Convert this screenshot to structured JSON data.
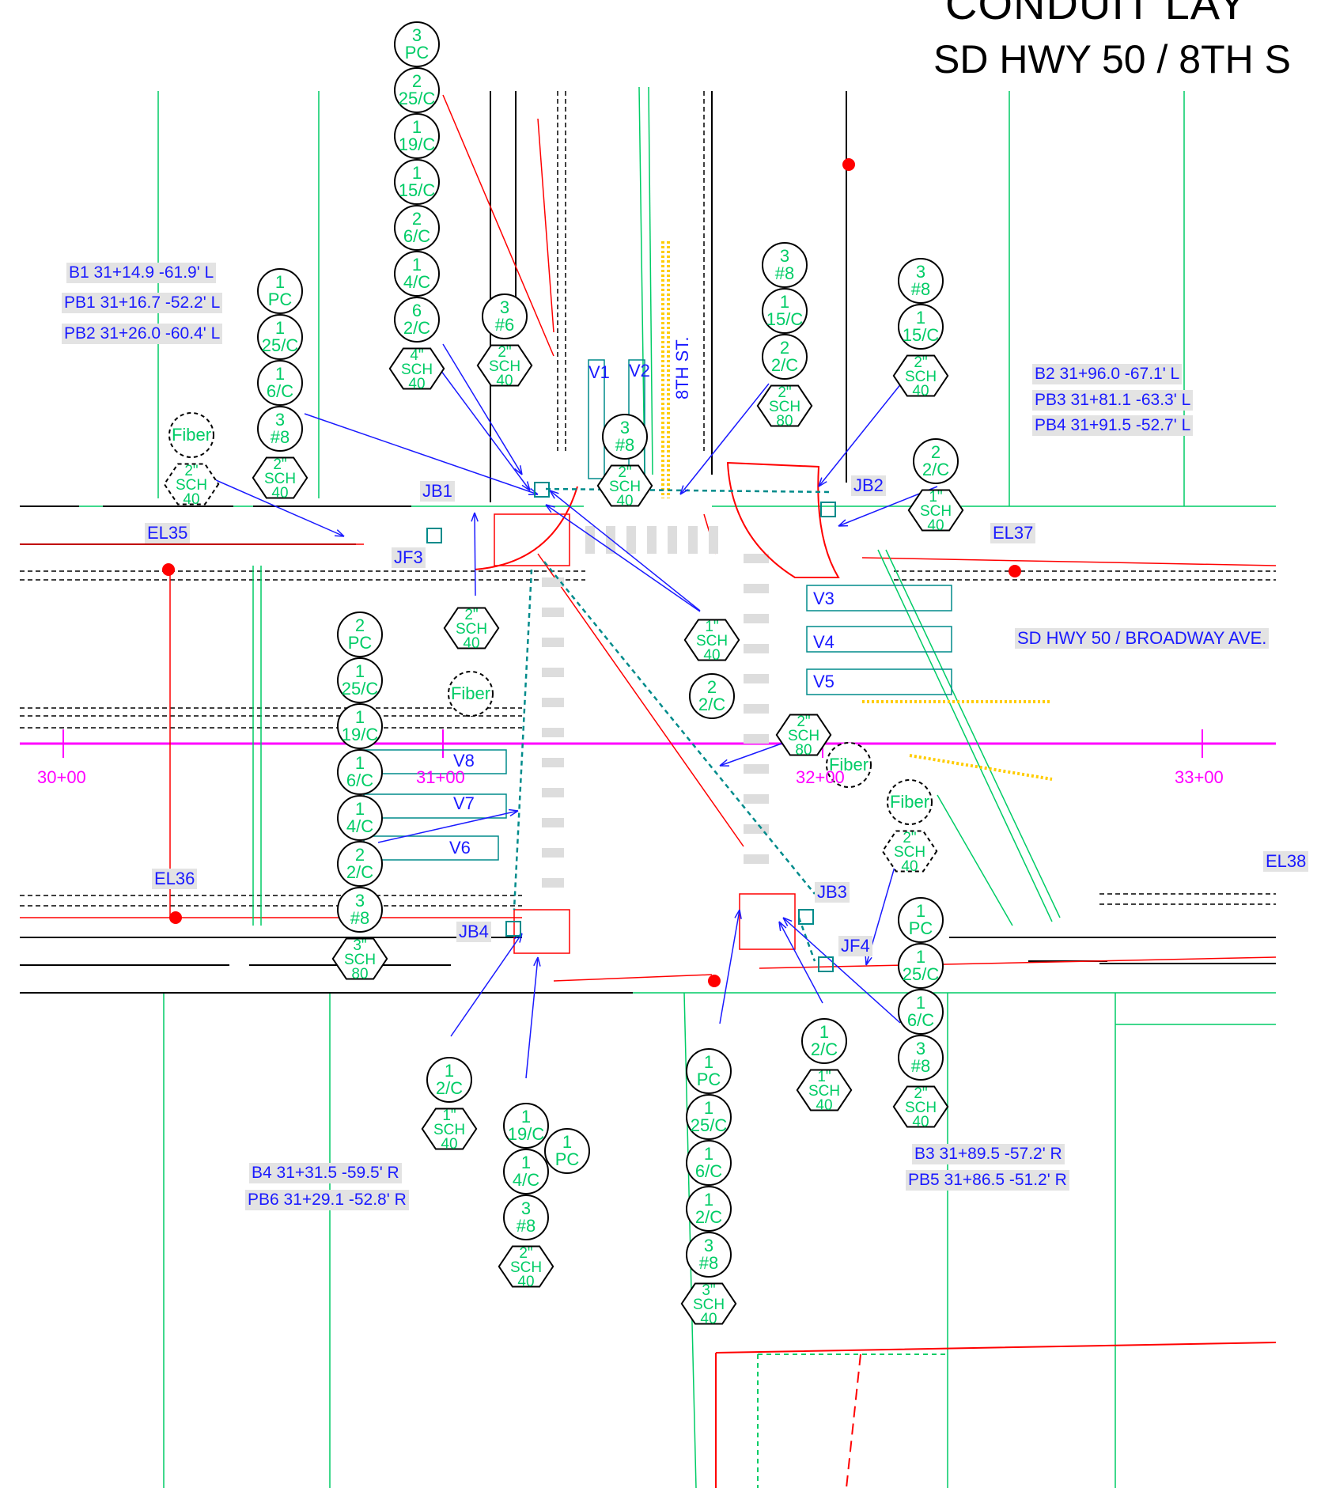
{
  "title": "CONDUIT LAY",
  "subtitle": "SD HWY 50 / 8TH S",
  "street_labels": {
    "cross": "8TH ST.",
    "main": "SD HWY 50 / BROADWAY AVE."
  },
  "stations": [
    "30+00",
    "31+00",
    "32+00",
    "33+00"
  ],
  "el_labels": [
    "EL35",
    "EL36",
    "EL37",
    "EL38"
  ],
  "junction_labels": [
    "JB1",
    "JB2",
    "JB3",
    "JB4",
    "JF3",
    "JF4"
  ],
  "vehicle_labels": [
    "V1",
    "V2",
    "V3",
    "V4",
    "V5",
    "V6",
    "V7",
    "V8"
  ],
  "offsets": {
    "nw": [
      "B1 31+14.9 -61.9' L",
      "PB1 31+16.7 -52.2' L",
      "PB2 31+26.0 -60.4' L"
    ],
    "ne": [
      "B2 31+96.0 -67.1' L",
      "PB3 31+81.1 -63.3' L",
      "PB4 31+91.5 -52.7' L"
    ],
    "sw": [
      "B4 31+31.5 -59.5' R",
      "PB6 31+29.1 -52.8' R"
    ],
    "se": [
      "B3 31+89.5 -57.2' R",
      "PB5 31+86.5 -51.2' R"
    ]
  },
  "stacks": [
    {
      "items": [
        [
          "3",
          "PC"
        ],
        [
          "2",
          "25/C"
        ],
        [
          "1",
          "19/C"
        ],
        [
          "1",
          "15/C"
        ],
        [
          "2",
          "6/C"
        ],
        [
          "1",
          "4/C"
        ],
        [
          "6",
          "2/C"
        ]
      ],
      "pipe": [
        "4\"",
        "SCH",
        "40"
      ]
    },
    {
      "items": [
        [
          "1",
          "PC"
        ],
        [
          "1",
          "25/C"
        ],
        [
          "1",
          "6/C"
        ],
        [
          "3",
          "#8"
        ]
      ],
      "pipe": [
        "2\"",
        "SCH",
        "40"
      ]
    },
    {
      "items": [
        [
          "3",
          "#6"
        ]
      ],
      "pipe": [
        "2\"",
        "SCH",
        "40"
      ]
    },
    {
      "items": [
        [
          "3",
          "#8"
        ]
      ],
      "pipe": [
        "2\"",
        "SCH",
        "40"
      ]
    },
    {
      "items": [
        [
          "3",
          "#8"
        ],
        [
          "1",
          "15/C"
        ],
        [
          "2",
          "2/C"
        ]
      ],
      "pipe": [
        "2\"",
        "SCH",
        "80"
      ]
    },
    {
      "items": [
        [
          "3",
          "#8"
        ],
        [
          "1",
          "15/C"
        ]
      ],
      "pipe": [
        "2\"",
        "SCH",
        "40"
      ]
    },
    {
      "items": [
        [
          "2",
          "2/C"
        ]
      ],
      "pipe": [
        "1\"",
        "SCH",
        "40"
      ]
    },
    {
      "items": [
        [
          "",
          "Fiber"
        ]
      ],
      "pipe": [
        "2\"",
        "SCH",
        "40"
      ]
    },
    {
      "items": [],
      "pipe": [
        "2\"",
        "SCH",
        "40"
      ]
    },
    {
      "items": [
        [
          "",
          "Fiber"
        ]
      ],
      "pipe": []
    },
    {
      "items": [],
      "pipe": [
        "1\"",
        "SCH",
        "40"
      ]
    },
    {
      "items": [
        [
          "2",
          "2/C"
        ]
      ],
      "pipe": []
    },
    {
      "items": [],
      "pipe": [
        "2\"",
        "SCH",
        "80"
      ]
    },
    {
      "items": [
        [
          "",
          "Fiber"
        ]
      ],
      "pipe": []
    },
    {
      "items": [
        [
          "",
          "Fiber"
        ]
      ],
      "pipe": [
        "2\"",
        "SCH",
        "40"
      ]
    },
    {
      "items": [
        [
          "2",
          "PC"
        ],
        [
          "1",
          "25/C"
        ],
        [
          "1",
          "19/C"
        ],
        [
          "1",
          "6/C"
        ],
        [
          "1",
          "4/C"
        ],
        [
          "2",
          "2/C"
        ],
        [
          "3",
          "#8"
        ]
      ],
      "pipe": [
        "3\"",
        "SCH",
        "80"
      ]
    },
    {
      "items": [
        [
          "1",
          "PC"
        ],
        [
          "1",
          "25/C"
        ],
        [
          "1",
          "6/C"
        ],
        [
          "3",
          "#8"
        ]
      ],
      "pipe": [
        "2\"",
        "SCH",
        "40"
      ]
    },
    {
      "items": [
        [
          "1",
          "2/C"
        ]
      ],
      "pipe": [
        "1\"",
        "SCH",
        "40"
      ]
    },
    {
      "items": [
        [
          "1",
          "19/C"
        ],
        [
          "1",
          "4/C"
        ],
        [
          "3",
          "#8"
        ]
      ],
      "pipe": [
        "2\"",
        "SCH",
        "40"
      ]
    },
    {
      "items": [
        [
          "1",
          "PC"
        ]
      ],
      "pipe": []
    },
    {
      "items": [
        [
          "1",
          "PC"
        ],
        [
          "1",
          "25/C"
        ],
        [
          "1",
          "6/C"
        ],
        [
          "1",
          "2/C"
        ],
        [
          "3",
          "#8"
        ]
      ],
      "pipe": [
        "3\"",
        "SCH",
        "40"
      ]
    },
    {
      "items": [
        [
          "1",
          "2/C"
        ]
      ],
      "pipe": [
        "1\"",
        "SCH",
        "40"
      ]
    }
  ],
  "colors": {
    "conduit": "#1a1aff",
    "cabinet": "#00cc66",
    "power": "#ff0000",
    "sanitary": "#00cc66",
    "fiber": "#ffcc00",
    "station": "#ff00ff",
    "teal": "#008b8b"
  }
}
